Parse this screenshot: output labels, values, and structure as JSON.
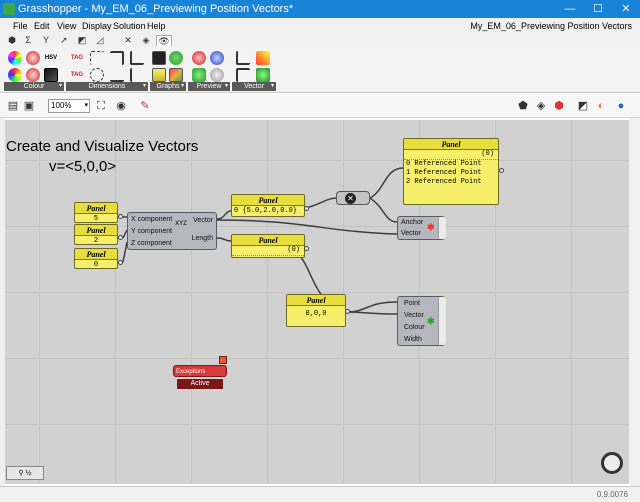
{
  "window": {
    "title": "Grasshopper - My_EM_06_Previewing Position Vectors*",
    "minimize": "—",
    "maximize": "☐",
    "close": "✕"
  },
  "menu": {
    "items": [
      "File",
      "Edit",
      "View",
      "Display",
      "Solution",
      "Help"
    ],
    "document_name": "My_EM_06_Previewing Position Vectors"
  },
  "tabs": [
    "⬢",
    "Σ",
    "Y",
    "➚",
    "◩",
    "◿",
    "✕",
    "◈",
    "👁"
  ],
  "ribbon": {
    "groups": [
      {
        "label": "Colour"
      },
      {
        "label": "Dimensions"
      },
      {
        "label": "Graphs"
      },
      {
        "label": "Preview"
      },
      {
        "label": "Vector"
      }
    ],
    "dropdown_arrow": "▾",
    "hsv_text": "HSV",
    "tag_text": "TAG"
  },
  "toolbar": {
    "zoom": "100%",
    "dropdown_arrow": "▾"
  },
  "canvas": {
    "title": "Create and Visualize Vectors",
    "subtitle": "v=<5,0,0>",
    "panels": {
      "x": {
        "header": "Panel",
        "value": "5"
      },
      "y": {
        "header": "Panel",
        "value": "2"
      },
      "z": {
        "header": "Panel",
        "value": "0"
      },
      "vector_out": {
        "header": "Panel",
        "value": "0 {5.0,2.0,0.0}"
      },
      "length_out": {
        "header": "Panel",
        "value": "(0)"
      },
      "points": {
        "header": "Panel",
        "index": "(0)",
        "lines": [
          "0 Referenced Point",
          "1 Referenced Point",
          "2 Referenced Point"
        ]
      },
      "origin": {
        "header": "Panel",
        "value": "0,0,0"
      }
    },
    "vector_xyz": {
      "inputs": [
        "X component",
        "Y component",
        "Z component"
      ],
      "outputs": [
        "Vector",
        "Length"
      ],
      "icon": "XYZ"
    },
    "vector_display": {
      "inputs": [
        "Anchor",
        "Vector"
      ]
    },
    "vector_display_ex": {
      "inputs": [
        "Point",
        "Vector",
        "Colour",
        "Width"
      ]
    },
    "relay": {
      "label": "Exceptions",
      "state": "Active"
    }
  },
  "statusbar": {
    "version": "0.9.0076"
  },
  "colors": {
    "titlebar": "#1883d7",
    "panel": "#f6ef6c",
    "canvas": "#d1d1d1",
    "component": "#b6b6be",
    "relay": "#d83a3a"
  }
}
